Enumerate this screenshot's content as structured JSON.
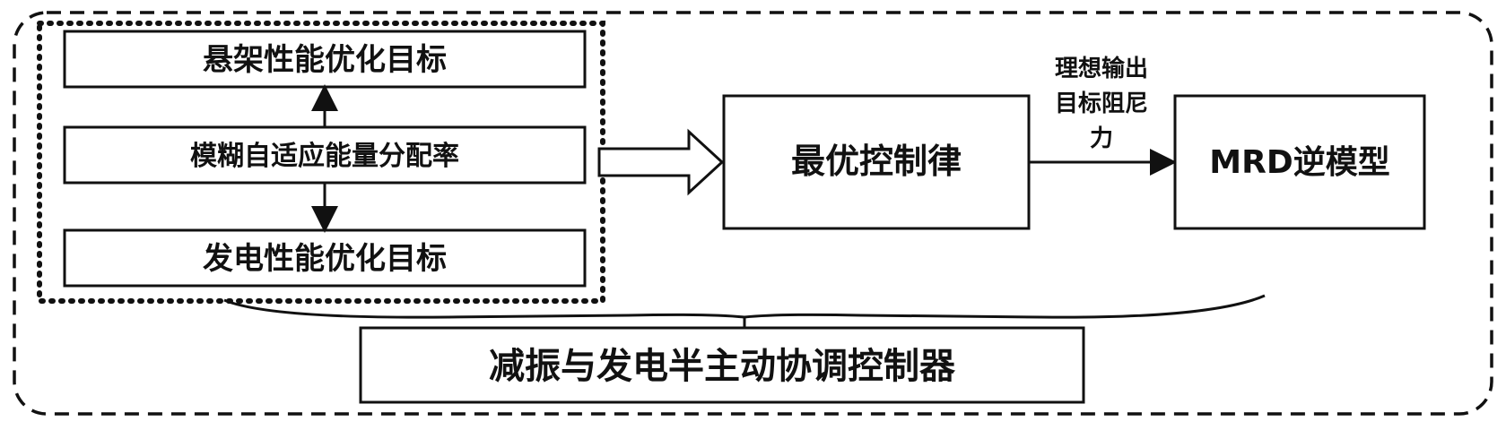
{
  "diagram": {
    "boxes": {
      "suspension_target": "悬架性能优化目标",
      "fuzzy_ratio": "模糊自适应能量分配率",
      "generation_target": "发电性能优化目标",
      "optimal_control": "最优控制律",
      "mrd_inverse": "MRD逆模型",
      "controller": "减振与发电半主动协调控制器"
    },
    "edge_label": [
      "理想输出",
      "目标阻尼",
      "力"
    ]
  }
}
